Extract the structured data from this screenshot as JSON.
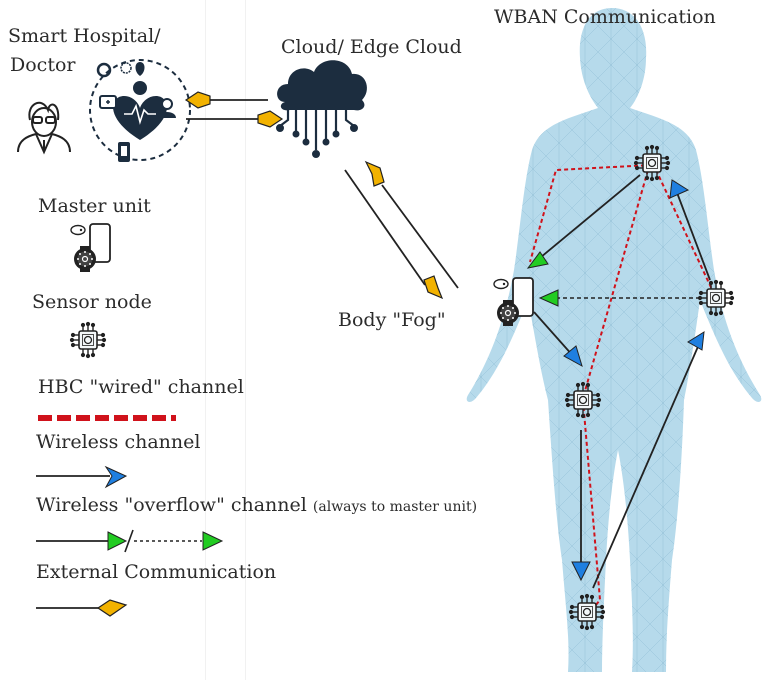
{
  "title": "WBAN Communication",
  "nodes": {
    "hospital": "Smart Hospital/",
    "hospital_line2": "Doctor",
    "cloud": "Cloud/ Edge Cloud",
    "fog": "Body \"Fog\""
  },
  "legend": {
    "master_unit": "Master unit",
    "sensor_node": "Sensor node",
    "hbc": "HBC \"wired\" channel",
    "wireless": "Wireless channel",
    "overflow": "Wireless \"overflow\" channel",
    "overflow_note": "(always to master unit)",
    "external": "External Communication"
  },
  "icons": {
    "doctor": "doctor-icon",
    "health_hub": "health-hub-icon",
    "cloud": "cloud-circuit-icon",
    "master": "smartwatch-phone-icon",
    "sensor": "chip-icon"
  },
  "colors": {
    "hbc": "#d0121b",
    "wireless": "#1f7fe0",
    "overflow": "#22cc22",
    "external": "#f2b200",
    "ink": "#1c2d3f",
    "body": "#a9d4e8"
  }
}
